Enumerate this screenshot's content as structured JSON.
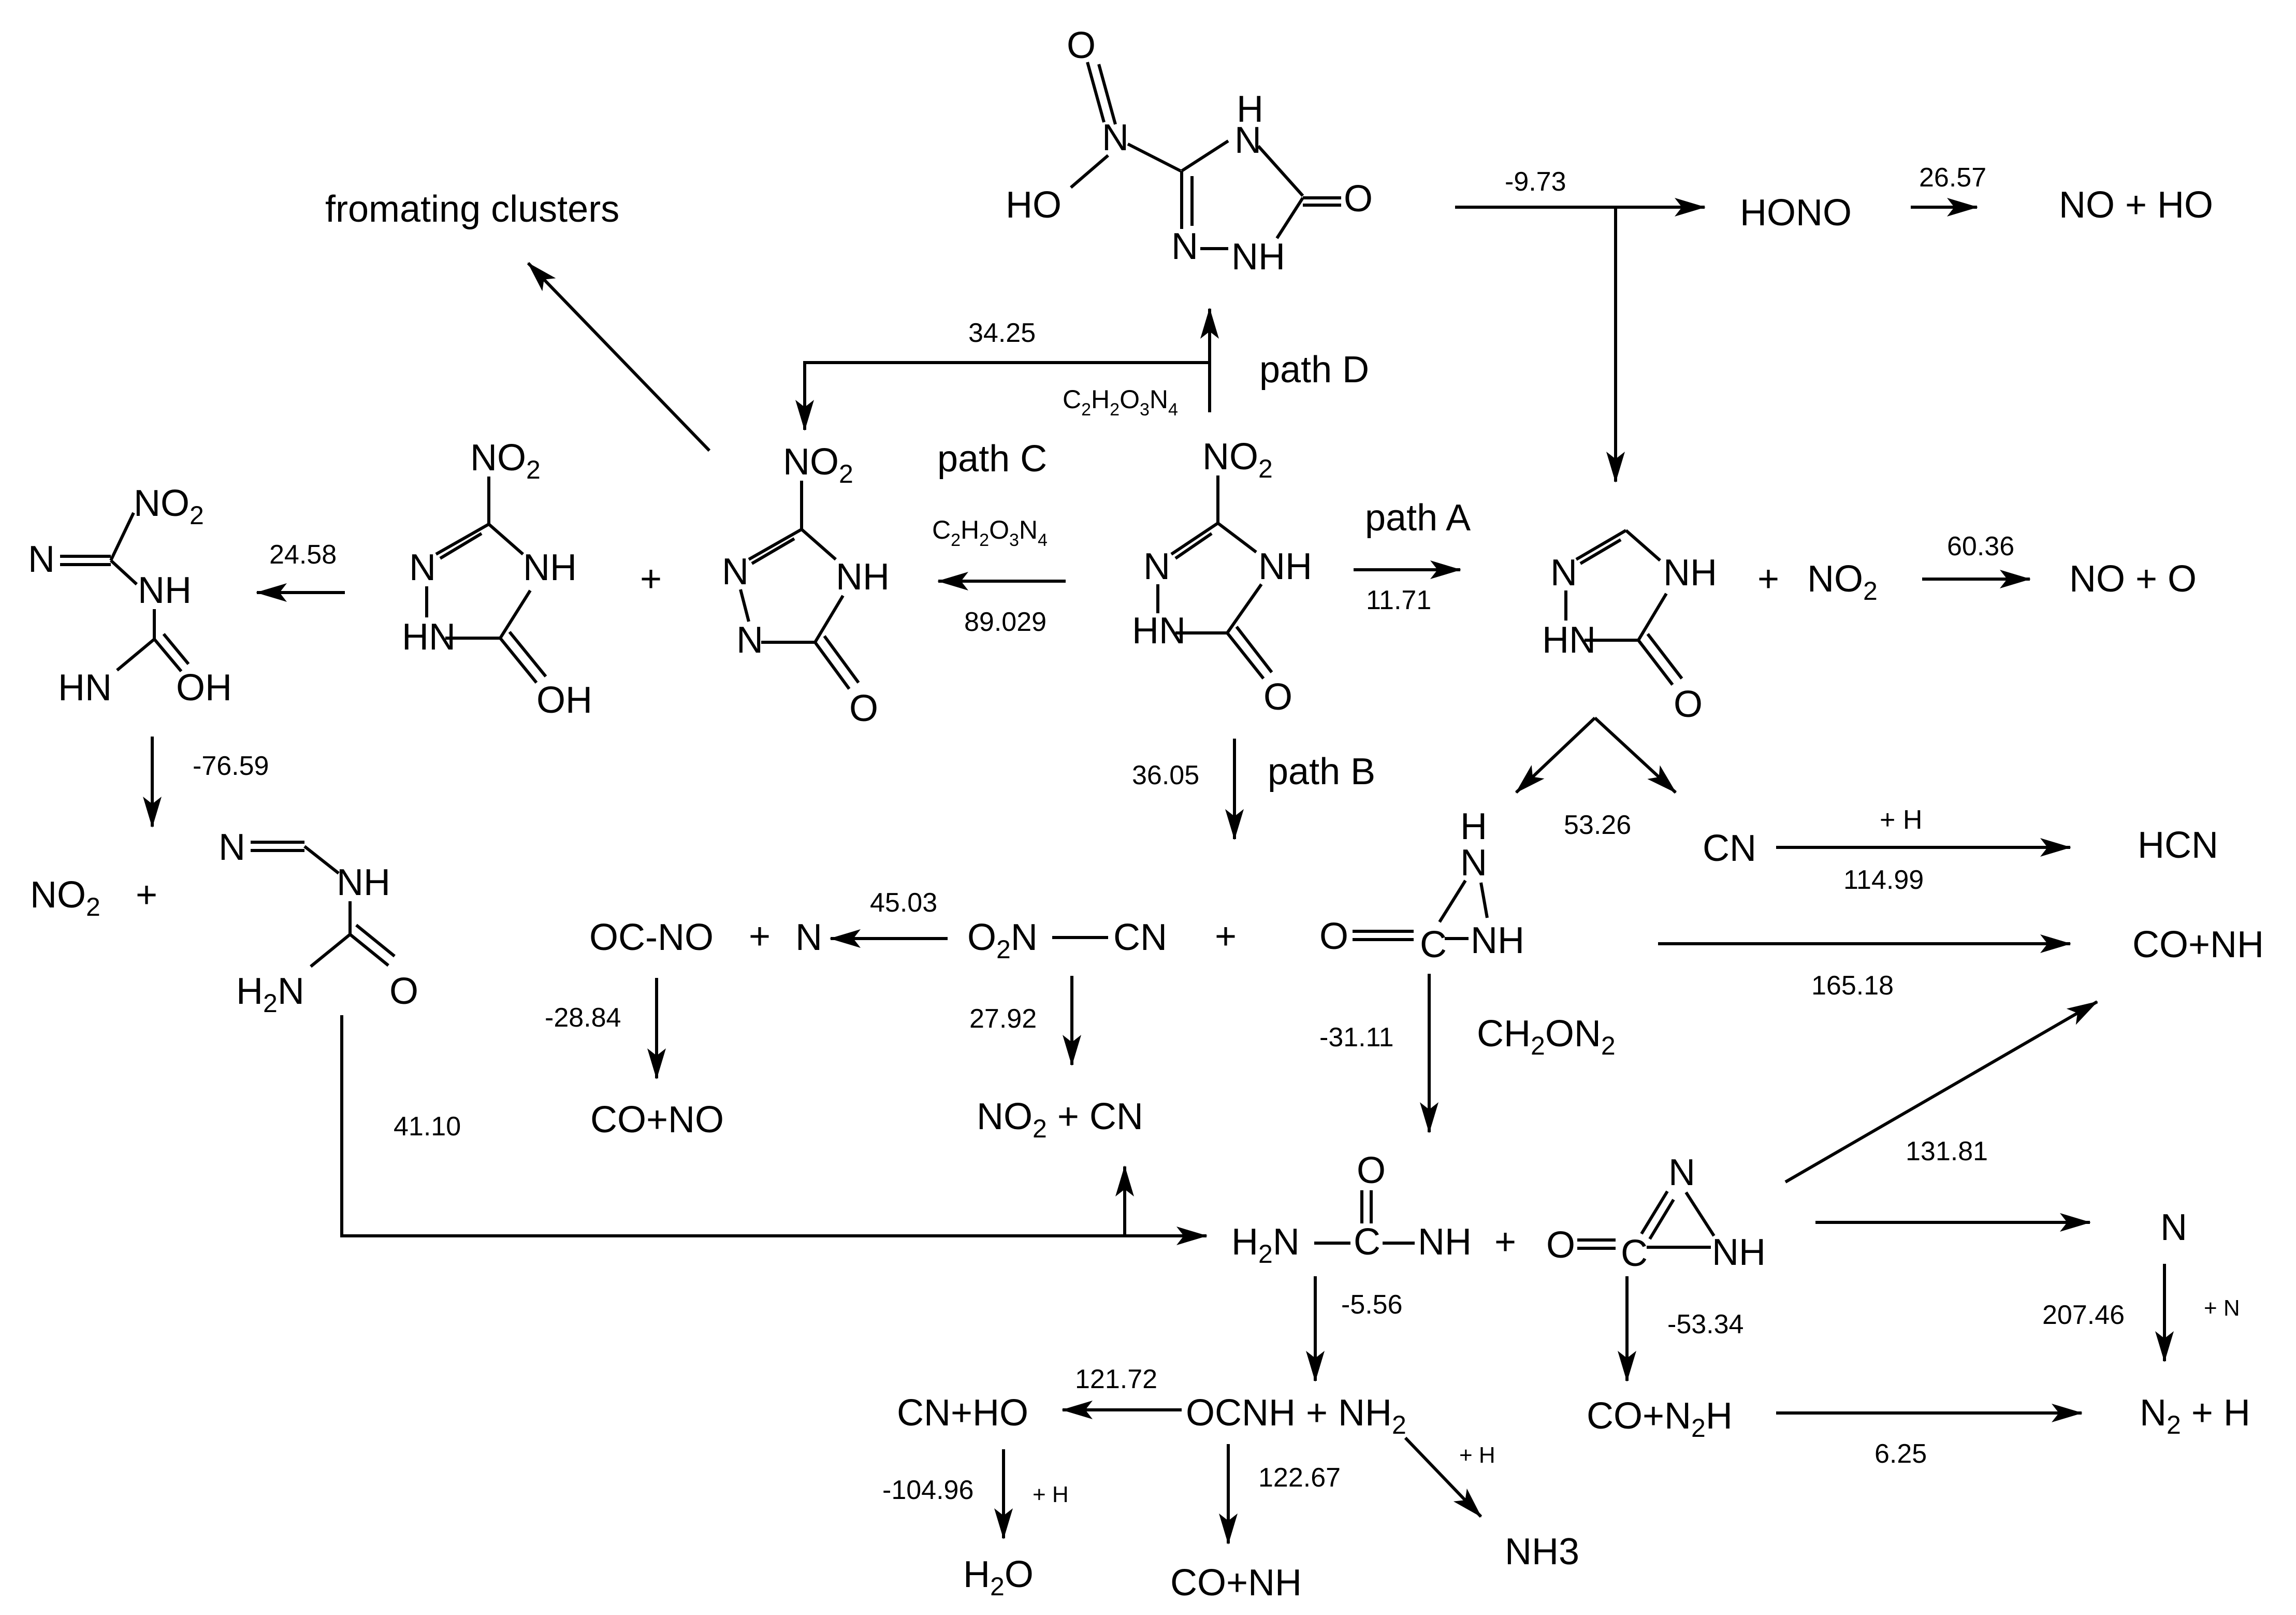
{
  "values": {
    "v_9_73": "-9.73",
    "v_26_57": "26.57",
    "v_34_25": "34.25",
    "v_24_58": "24.58",
    "v_89_029": "89.029",
    "v_11_71": "11.71",
    "v_60_36": "60.36",
    "v_76_59": "-76.59",
    "v_36_05": "36.05",
    "v_53_26": "53.26",
    "v_114_99": "114.99",
    "v_45_03": "45.03",
    "v_165_18": "165.18",
    "v_28_84": "-28.84",
    "v_27_92": "27.92",
    "v_31_11": "-31.11",
    "v_41_10": "41.10",
    "v_131_81": "131.81",
    "v_5_56": "-5.56",
    "v_53_34": "-53.34",
    "v_207_46": "207.46",
    "v_121_72": "121.72",
    "v_122_67": "122.67",
    "v_104_96": "-104.96",
    "v_6_25": "6.25"
  },
  "paths": {
    "a": "path A",
    "b": "path B",
    "c": "path C",
    "d": "path D"
  },
  "notes": {
    "clusters": "fromating clusters",
    "plus_h": "+ H",
    "plus_n": "+ N"
  },
  "species": {
    "hono": "HONO",
    "no_ho": "NO + HO",
    "no_o": "NO + O",
    "cn": "CN",
    "hcn": "HCN",
    "co_nh": "CO+NH",
    "oc_no": "OC-NO",
    "n": "N",
    "co_no": "CO+NO",
    "no2_cn": "NO",
    "cn_after": " + CN",
    "co_n2h": "CO+N",
    "n2h_tail": "H",
    "n2_h": "N",
    "n2h_plus": " + H",
    "ocnh_nh2": "OCNH + NH",
    "cn_ho": "CN+HO",
    "h2o_h": "H",
    "h2o_o": "O",
    "nh3": "NH3",
    "co_nh_bottom": "CO+NH",
    "ch2on2_ch": "CH",
    "ch2on2_on": "ON",
    "no2_left": "NO",
    "formula_c": "C",
    "formula_h": "H",
    "formula_o": "O",
    "formula_n": "N",
    "plus": "+"
  },
  "atoms": {
    "NO": "NO",
    "N": "N",
    "NH": "NH",
    "HN": "HN",
    "H": "H",
    "O": "O",
    "OH": "OH",
    "HO": "HO",
    "C": "C",
    "H2N": "H",
    "sub2": "2",
    "sub3": "3",
    "sub4": "4"
  }
}
